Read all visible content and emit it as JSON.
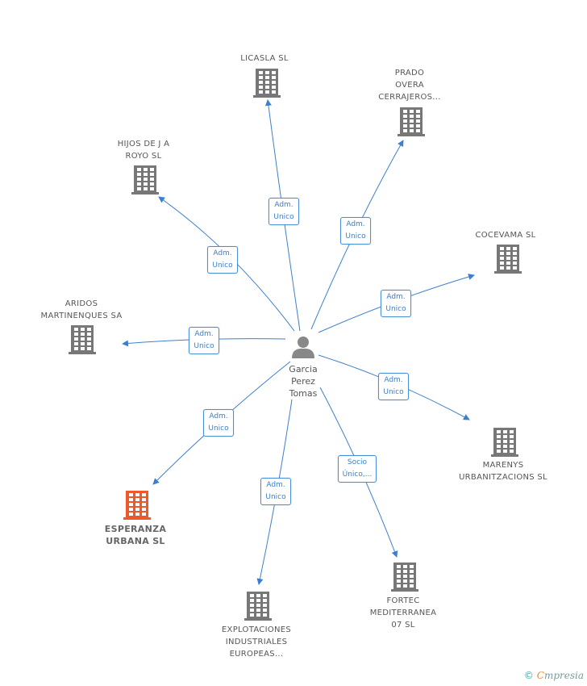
{
  "colors": {
    "building": "#777777",
    "building_focus": "#f0582b",
    "edge": "#3d7fcf",
    "person": "#888888"
  },
  "person": {
    "label": "Garcia\nPerez\nTomas",
    "icon": "person-icon"
  },
  "nodes": [
    {
      "id": "licasla",
      "label": "LICASLA SL",
      "icon": "building-icon",
      "focus": false
    },
    {
      "id": "prado",
      "label": "PRADO\nOVERA\nCERRAJEROS...",
      "icon": "building-icon",
      "focus": false
    },
    {
      "id": "hijos",
      "label": "HIJOS DE J A\nROYO SL",
      "icon": "building-icon",
      "focus": false
    },
    {
      "id": "cocevama",
      "label": "COCEVAMA SL",
      "icon": "building-icon",
      "focus": false
    },
    {
      "id": "aridos",
      "label": "ARIDOS\nMARTINENQUES SA",
      "icon": "building-icon",
      "focus": false
    },
    {
      "id": "marenys",
      "label": "MARENYS\nURBANITZACIONS SL",
      "icon": "building-icon",
      "focus": false
    },
    {
      "id": "esperanza",
      "label": "ESPERANZA\nURBANA SL",
      "icon": "building-icon",
      "focus": true
    },
    {
      "id": "fortec",
      "label": "FORTEC\nMEDITERRANEA\n07 SL",
      "icon": "building-icon",
      "focus": false
    },
    {
      "id": "explotaciones",
      "label": "EXPLOTACIONES\nINDUSTRIALES\nEUROPEAS...",
      "icon": "building-icon",
      "focus": false
    }
  ],
  "edges": [
    {
      "to": "licasla",
      "label": "Adm.\nUnico"
    },
    {
      "to": "prado",
      "label": "Adm.\nUnico"
    },
    {
      "to": "hijos",
      "label": "Adm.\nUnico"
    },
    {
      "to": "cocevama",
      "label": "Adm.\nUnico"
    },
    {
      "to": "aridos",
      "label": "Adm.\nUnico"
    },
    {
      "to": "marenys",
      "label": "Adm.\nUnico"
    },
    {
      "to": "esperanza",
      "label": "Adm.\nUnico"
    },
    {
      "to": "explotaciones",
      "label": "Adm.\nUnico"
    },
    {
      "to": "fortec",
      "label": "Socio\nÚnico,..."
    }
  ],
  "footer": {
    "copyright": "©",
    "brand_initial": "C",
    "brand_rest": "mpresia"
  }
}
